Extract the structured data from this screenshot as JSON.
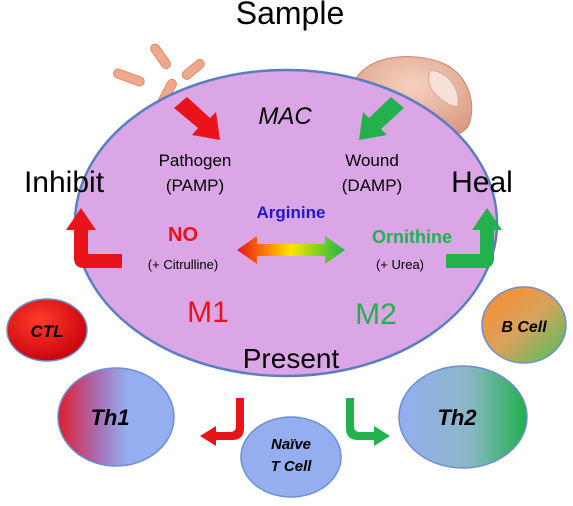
{
  "title": "Sample",
  "macrophage": {
    "label": "MAC",
    "pathogen_line1": "Pathogen",
    "pathogen_line2": "(PAMP)",
    "wound_line1": "Wound",
    "wound_line2": "(DAMP)",
    "arginine": "Arginine",
    "no_label": "NO",
    "citrulline": "(+ Citrulline)",
    "ornithine": "Ornithine",
    "urea": "(+ Urea)",
    "m1": "M1",
    "m2": "M2",
    "present": "Present"
  },
  "outcomes": {
    "inhibit": "Inhibit",
    "heal": "Heal"
  },
  "cells": {
    "ctl": "CTL",
    "b_cell": "B Cell",
    "th1": "Th1",
    "th2": "Th2",
    "naive_line1": "Naïve",
    "naive_line2": "T Cell"
  },
  "colors": {
    "m1_red": "#e8141a",
    "m2_green": "#22b14c",
    "arginine_blue": "#1c1ccc",
    "macrophage_fill": "#dba6e6",
    "t_cell_blue": "#94aef0"
  }
}
